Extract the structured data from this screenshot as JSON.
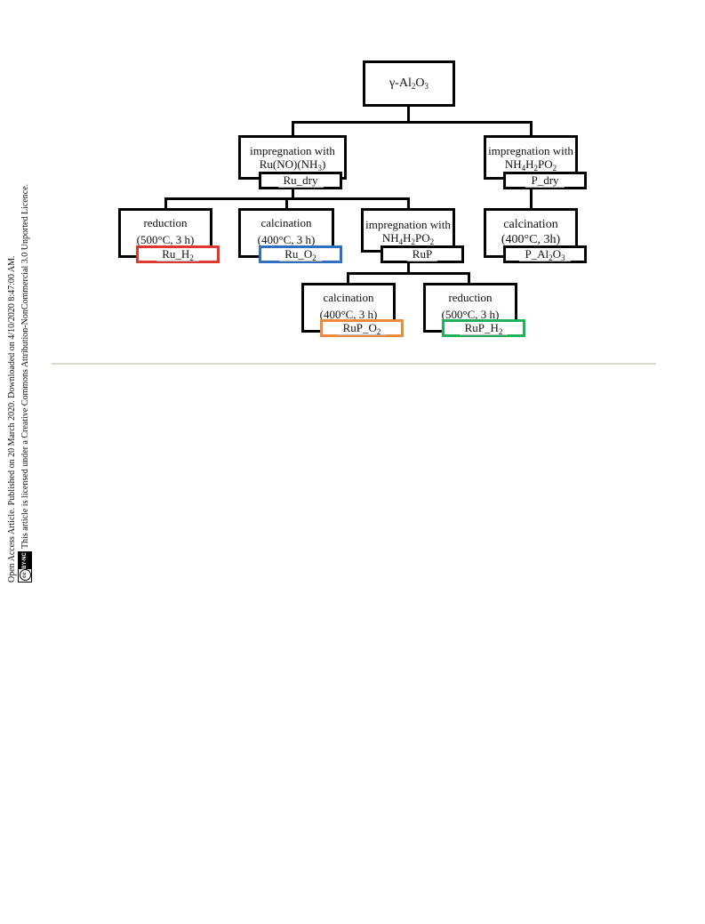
{
  "side": {
    "line1": "Open Access Article. Published on 20 March 2020. Downloaded on 4/10/2020 8:47:00 AM.",
    "line2": "This article is licensed under a Creative Commons Attribution-NonCommercial 3.0 Unported Licence.",
    "badge_cc": "cc",
    "badge_text": "BY-NC"
  },
  "diagram": {
    "root": {
      "prefix": "γ-Al",
      "s1": "2",
      "mid": "O",
      "s2": "3"
    },
    "ru_impreg": {
      "line1": "impregnation with",
      "p1": "Ru(NO)(NH",
      "s1": "3",
      "p2": ")"
    },
    "ru_dry": "Ru_dry",
    "p_impreg": {
      "line1": "impregnation with",
      "p1": "NH",
      "s1": "4",
      "p2": "H",
      "s2": "2",
      "p3": "PO",
      "s3": "2"
    },
    "p_dry": "P_dry",
    "ru_red": {
      "line1": "reduction",
      "line2": "(500°C, 3 h)"
    },
    "ru_h2": {
      "p1": "Ru_H",
      "s1": "2"
    },
    "ru_calc": {
      "line1": "calcination",
      "line2": "(400°C, 3 h)"
    },
    "ru_o2": {
      "p1": "Ru_O",
      "s1": "2"
    },
    "rup_impreg": {
      "line1": "impregnation with",
      "p1": "NH",
      "s1": "4",
      "p2": "H",
      "s2": "2",
      "p3": "PO",
      "s3": "2"
    },
    "rup": "RuP",
    "p_calc": {
      "line1": "calcination",
      "line2": "(400°C, 3h)"
    },
    "p_al2o3": {
      "p1": "P_Al",
      "s1": "2",
      "p2": "O",
      "s2": "3"
    },
    "rup_calc": {
      "line1": "calcination",
      "line2": "(400°C, 3 h)"
    },
    "rup_o2": {
      "p1": "RuP_O",
      "s1": "2"
    },
    "rup_red": {
      "line1": "reduction",
      "line2": "(500°C, 3 h)"
    },
    "rup_h2": {
      "p1": "RuP_H",
      "s1": "2"
    }
  },
  "colors": {
    "ru_h2": "#e0382e",
    "ru_o2": "#2e6fc0",
    "rup_o2": "#f08a3c",
    "rup_h2": "#1fb25a",
    "rule": "#d9d6cc"
  }
}
